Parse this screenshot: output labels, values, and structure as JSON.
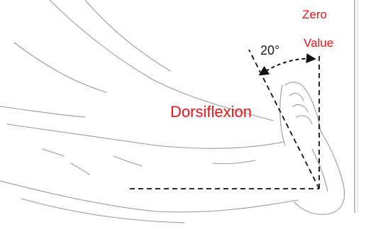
{
  "labels": {
    "zero_line1": "Zero",
    "zero_line2": "Value",
    "angle": "20°",
    "motion": "Dorsiflexion"
  },
  "colors": {
    "label_red": "#e8141b",
    "line_black": "#111111",
    "sketch_gray": "#9a9a9a"
  },
  "angle_degrees": 20
}
